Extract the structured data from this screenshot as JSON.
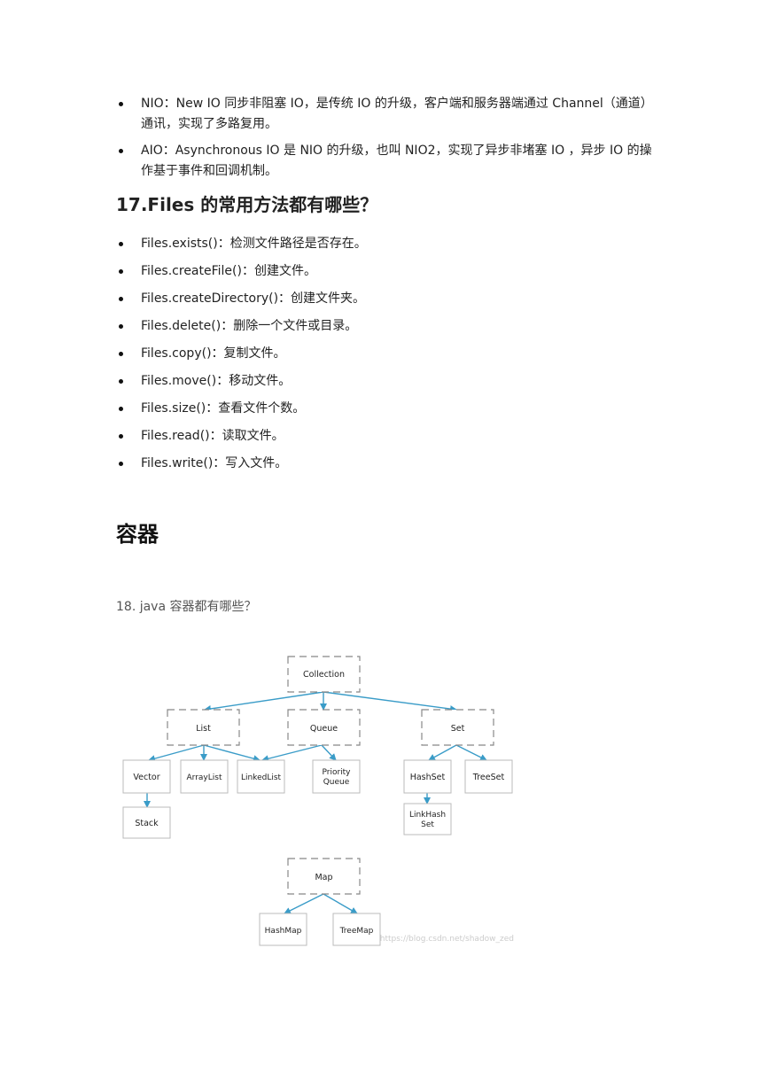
{
  "intro_items": [
    {
      "text": "NIO：New IO 同步非阻塞 IO，是传统 IO 的升级，客户端和服务器端通过 Channel（通道）通讯，实现了多路复用。"
    },
    {
      "text": "AIO：Asynchronous IO 是 NIO 的升级，也叫 NIO2，实现了异步非堵塞 IO ，异步 IO 的操作基于事件和回调机制。"
    }
  ],
  "section_17": {
    "heading": "17.Files 的常用方法都有哪些？",
    "items": [
      {
        "text": "Files.exists()：检测文件路径是否存在。"
      },
      {
        "text": "Files.createFile()：创建文件。"
      },
      {
        "text": "Files.createDirectory()：创建文件夹。"
      },
      {
        "text": "Files.delete()：删除一个文件或目录。"
      },
      {
        "text": "Files.copy()：复制文件。"
      },
      {
        "text": "Files.move()：移动文件。"
      },
      {
        "text": "Files.size()：查看文件个数。"
      },
      {
        "text": "Files.read()：读取文件。"
      },
      {
        "text": "Files.write()：写入文件。"
      }
    ]
  },
  "chapter": {
    "heading": "容器"
  },
  "question_18": {
    "text": "18. java 容器都有哪些？"
  },
  "diagram": {
    "colors": {
      "arrow": "#3a9cc8",
      "dashed_border": "#888888",
      "solid_border": "#bbbbbb",
      "text": "#222222",
      "watermark": "#cccccc"
    },
    "nodes": {
      "collection": "Collection",
      "list": "List",
      "queue": "Queue",
      "set": "Set",
      "vector": "Vector",
      "arraylist": "ArrayList",
      "linkedlist": "LinkedList",
      "priority_queue_line1": "Priority",
      "priority_queue_line2": "Queue",
      "hashset": "HashSet",
      "treeset": "TreeSet",
      "stack": "Stack",
      "linkhashset_line1": "LinkHash",
      "linkhashset_line2": "Set",
      "map": "Map",
      "hashmap": "HashMap",
      "treemap": "TreeMap"
    },
    "watermark": "https://blog.csdn.net/shadow_zed"
  }
}
